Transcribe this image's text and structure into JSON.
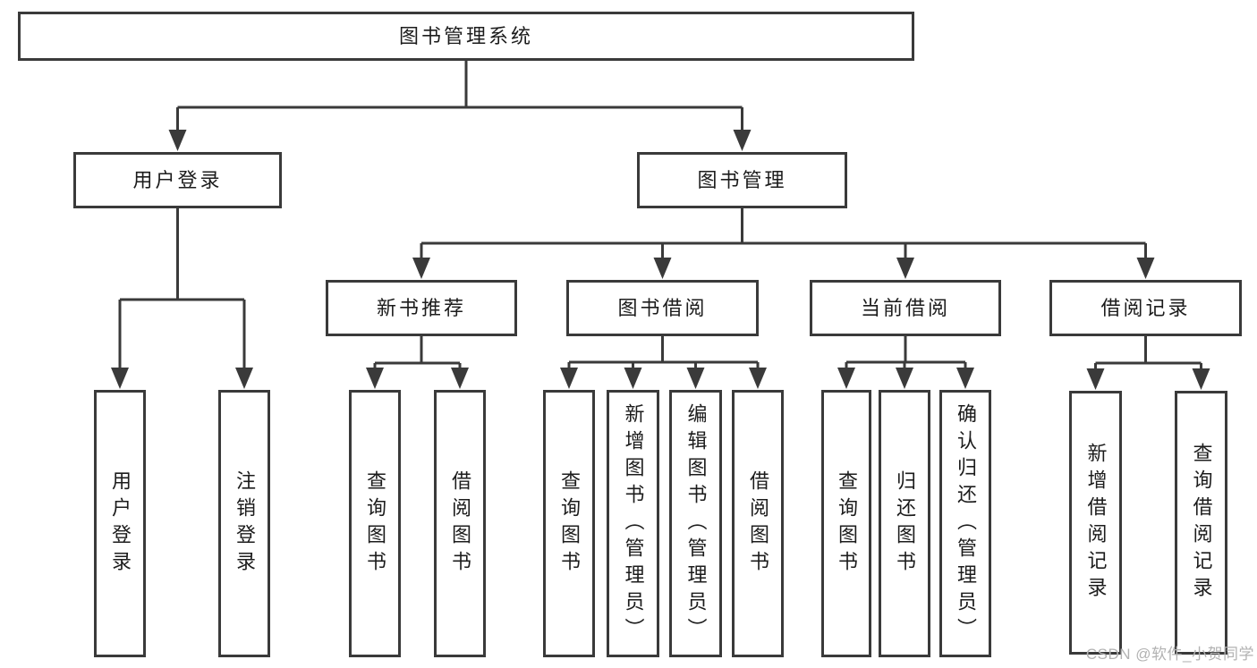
{
  "watermark": {
    "text": "CSDN @软件_小贺同学",
    "color": "#b2b2b2"
  },
  "colors": {
    "line": "#3a3a3a",
    "box_border": "#3a3a3a",
    "text": "#1c1c1c",
    "background": "#ffffff"
  },
  "diagram": {
    "type": "tree-org-chart",
    "title": "图书管理系统",
    "root": {
      "id": "library-system",
      "label": "图书管理系统",
      "children": [
        {
          "id": "user-login",
          "label": "用户登录",
          "children": [
            {
              "id": "user-login-action",
              "label": "用户登录"
            },
            {
              "id": "logout",
              "label": "注销登录"
            }
          ]
        },
        {
          "id": "book-management",
          "label": "图书管理",
          "children": [
            {
              "id": "new-book-recommend",
              "label": "新书推荐",
              "children": [
                {
                  "id": "new-rec-query-books",
                  "label": "查询图书"
                },
                {
                  "id": "new-rec-borrow-books",
                  "label": "借阅图书"
                }
              ]
            },
            {
              "id": "book-borrow",
              "label": "图书借阅",
              "children": [
                {
                  "id": "borrow-query-books",
                  "label": "查询图书"
                },
                {
                  "id": "add-books-admin",
                  "label": "新增图书（管理员）"
                },
                {
                  "id": "edit-books-admin",
                  "label": "编辑图书（管理员）"
                },
                {
                  "id": "borrow-borrow-books",
                  "label": "借阅图书"
                }
              ]
            },
            {
              "id": "current-borrow",
              "label": "当前借阅",
              "children": [
                {
                  "id": "current-query-books",
                  "label": "查询图书"
                },
                {
                  "id": "return-books",
                  "label": "归还图书"
                },
                {
                  "id": "confirm-return-admin",
                  "label": "确认归还（管理员）"
                }
              ]
            },
            {
              "id": "borrow-records",
              "label": "借阅记录",
              "children": [
                {
                  "id": "add-borrow-record",
                  "label": "新增借阅记录"
                },
                {
                  "id": "query-borrow-record",
                  "label": "查询借阅记录"
                }
              ]
            }
          ]
        }
      ]
    }
  }
}
